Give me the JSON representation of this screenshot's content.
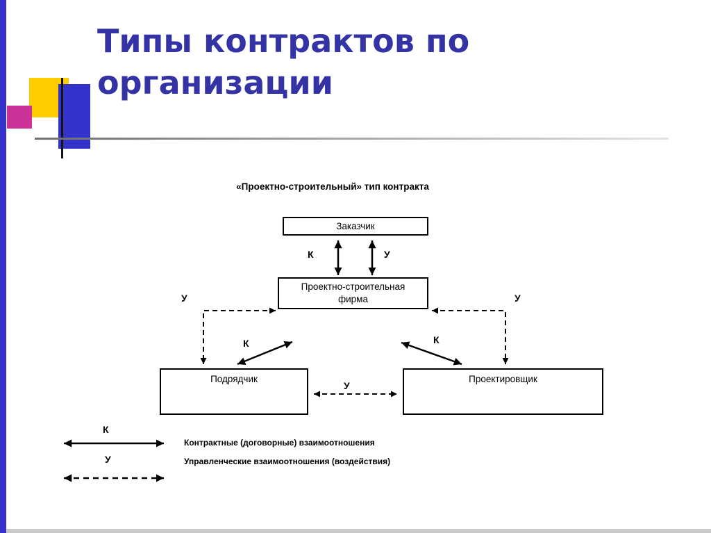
{
  "slide": {
    "title": "Типы контрактов по организации"
  },
  "diagram": {
    "subtitle": "«Проектно-строительный» тип контракта",
    "boxes": {
      "customer": "Заказчик",
      "firm": "Проектно-строительная фирма",
      "contractor": "Подрядчик",
      "designer": "Проектировщик"
    },
    "labels": {
      "k": "К",
      "u": "У"
    }
  },
  "legend": {
    "k_label": "К",
    "k_text": "Контрактные (договорные) взаимоотношения",
    "u_label": "У",
    "u_text": "Управленческие взаимоотношения (воздействия)"
  },
  "colors": {
    "title": "#3333A6",
    "accent_blue": "#3333CC",
    "accent_yellow": "#FFCC00",
    "accent_magenta": "#CC3399",
    "line": "#000000"
  }
}
